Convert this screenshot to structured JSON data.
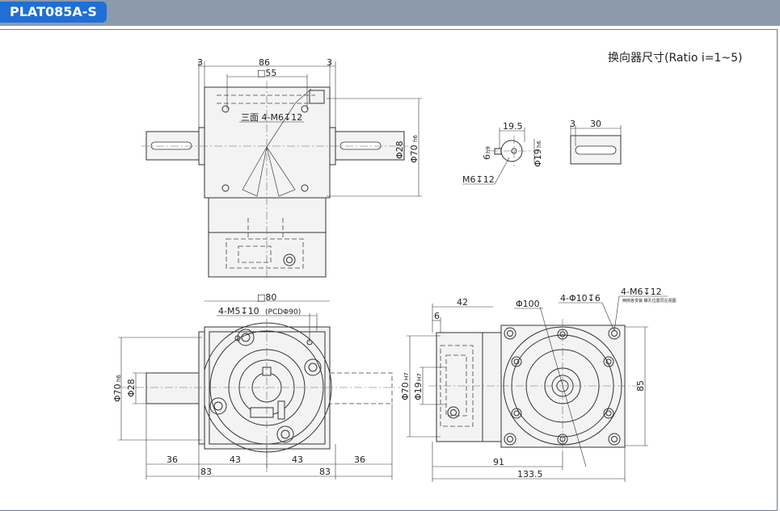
{
  "header": {
    "model": "PLAT085A-S"
  },
  "ratio_label": "换向器尺寸(Ratio i=1~5)",
  "dims": {
    "top_3_left": "3",
    "top_86": "86",
    "top_3_right": "3",
    "top_sq55": "□55",
    "top_holes": "三面 4-M6↧12",
    "top_d28": "Φ28",
    "top_d70": "Φ70",
    "top_d70_tol": "h6",
    "key_19_5": "19.5",
    "key_6": "6",
    "key_6_tol": "h9",
    "key_d19": "Φ19",
    "key_d19_tol": "h6",
    "key_m6": "M6↧12",
    "key_3": "3",
    "key_30": "30",
    "front_sq80": "□80",
    "front_m5": "4-M5↧10",
    "front_pcd": "(PCDΦ90)",
    "front_d70": "Φ70",
    "front_d70_tol": "h6",
    "front_d28": "Φ28",
    "front_36_left": "36",
    "front_83_left": "83",
    "front_43_left": "43",
    "front_43_right": "43",
    "front_83_right": "83",
    "front_36_right": "36",
    "side_42": "42",
    "side_6": "6",
    "side_d100": "Φ100",
    "side_d10": "4-Φ10↧6",
    "side_m6": "4-M6↧12",
    "side_m6_note": "两侧各安装 螺孔位置同左视图",
    "side_d70": "Φ70",
    "side_d70_tol": "H7",
    "side_d19": "Φ19",
    "side_d19_tol": "H7",
    "side_85": "85",
    "side_91": "91",
    "side_133_5": "133.5"
  }
}
